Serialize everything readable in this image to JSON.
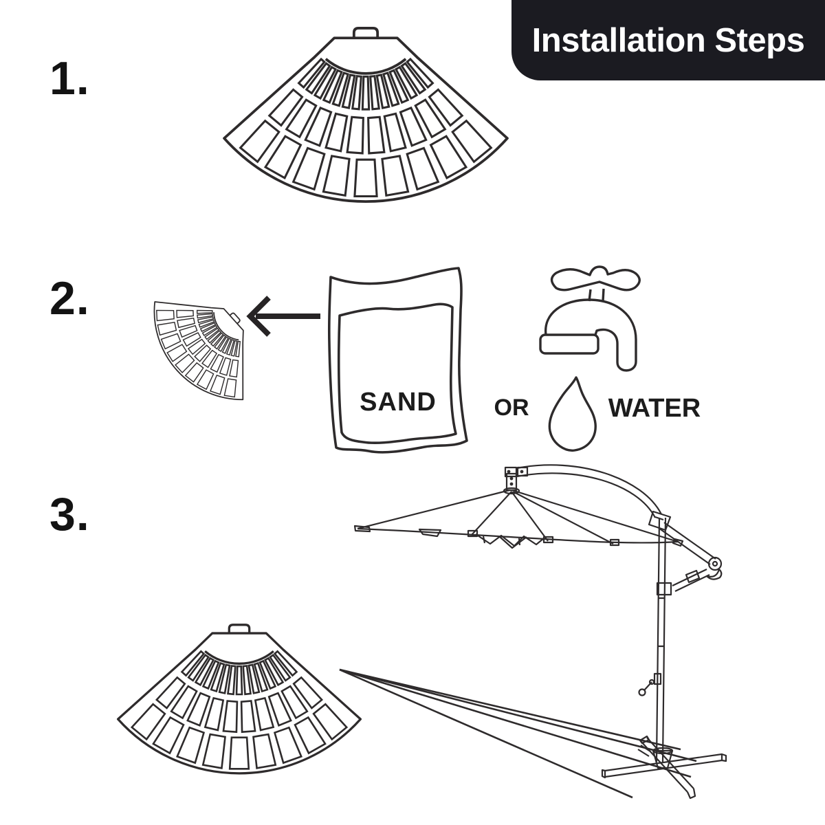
{
  "banner": {
    "title": "Installation Steps"
  },
  "colors": {
    "banner_bg": "#1b1b21",
    "banner_text": "#ffffff",
    "line_art": "#2e2b2c",
    "step_text": "#131313"
  },
  "steps": [
    {
      "number": "1.",
      "illustration": "fan-shaped-umbrella-base-weight"
    },
    {
      "number": "2.",
      "illustration": "fill-base-through-port-with-sand-or-water",
      "labels": {
        "sand": "SAND",
        "or": "OR",
        "water": "WATER"
      }
    },
    {
      "number": "3.",
      "illustration": "place-filled-base-on-offset-umbrella-cross-stand"
    }
  ],
  "icons": [
    "fan-base-icon",
    "arrow-left-icon",
    "sand-bag-icon",
    "water-tap-icon",
    "water-drop-icon",
    "offset-umbrella-icon"
  ]
}
